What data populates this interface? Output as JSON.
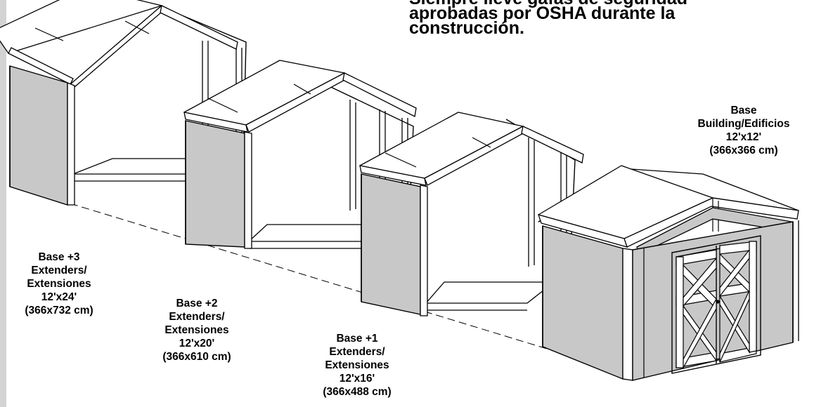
{
  "safety_notice": {
    "lines": [
      "Siempre lleve gafas de seguridad",
      "aprobadas por OSHA durante la",
      "construcción."
    ]
  },
  "buildings": [
    {
      "id": "base",
      "lines": [
        "Base",
        "Building/Edificios",
        "12'x12'",
        "(366x366 cm)"
      ]
    },
    {
      "id": "base-plus-1",
      "lines": [
        "Base +1",
        "Extenders/",
        "Extensiones",
        "12'x16'",
        "(366x488 cm)"
      ]
    },
    {
      "id": "base-plus-2",
      "lines": [
        "Base +2",
        "Extenders/",
        "Extensiones",
        "12'x20'",
        "(366x610 cm)"
      ]
    },
    {
      "id": "base-plus-3",
      "lines": [
        "Base +3",
        "Extenders/",
        "Extensiones",
        "12'x24'",
        "(366x732 cm)"
      ]
    }
  ],
  "colors": {
    "wall_fill": "#c8c8c8",
    "line": "#000000",
    "roof_fill": "#ffffff",
    "page_edge": "#d3d3d3"
  }
}
